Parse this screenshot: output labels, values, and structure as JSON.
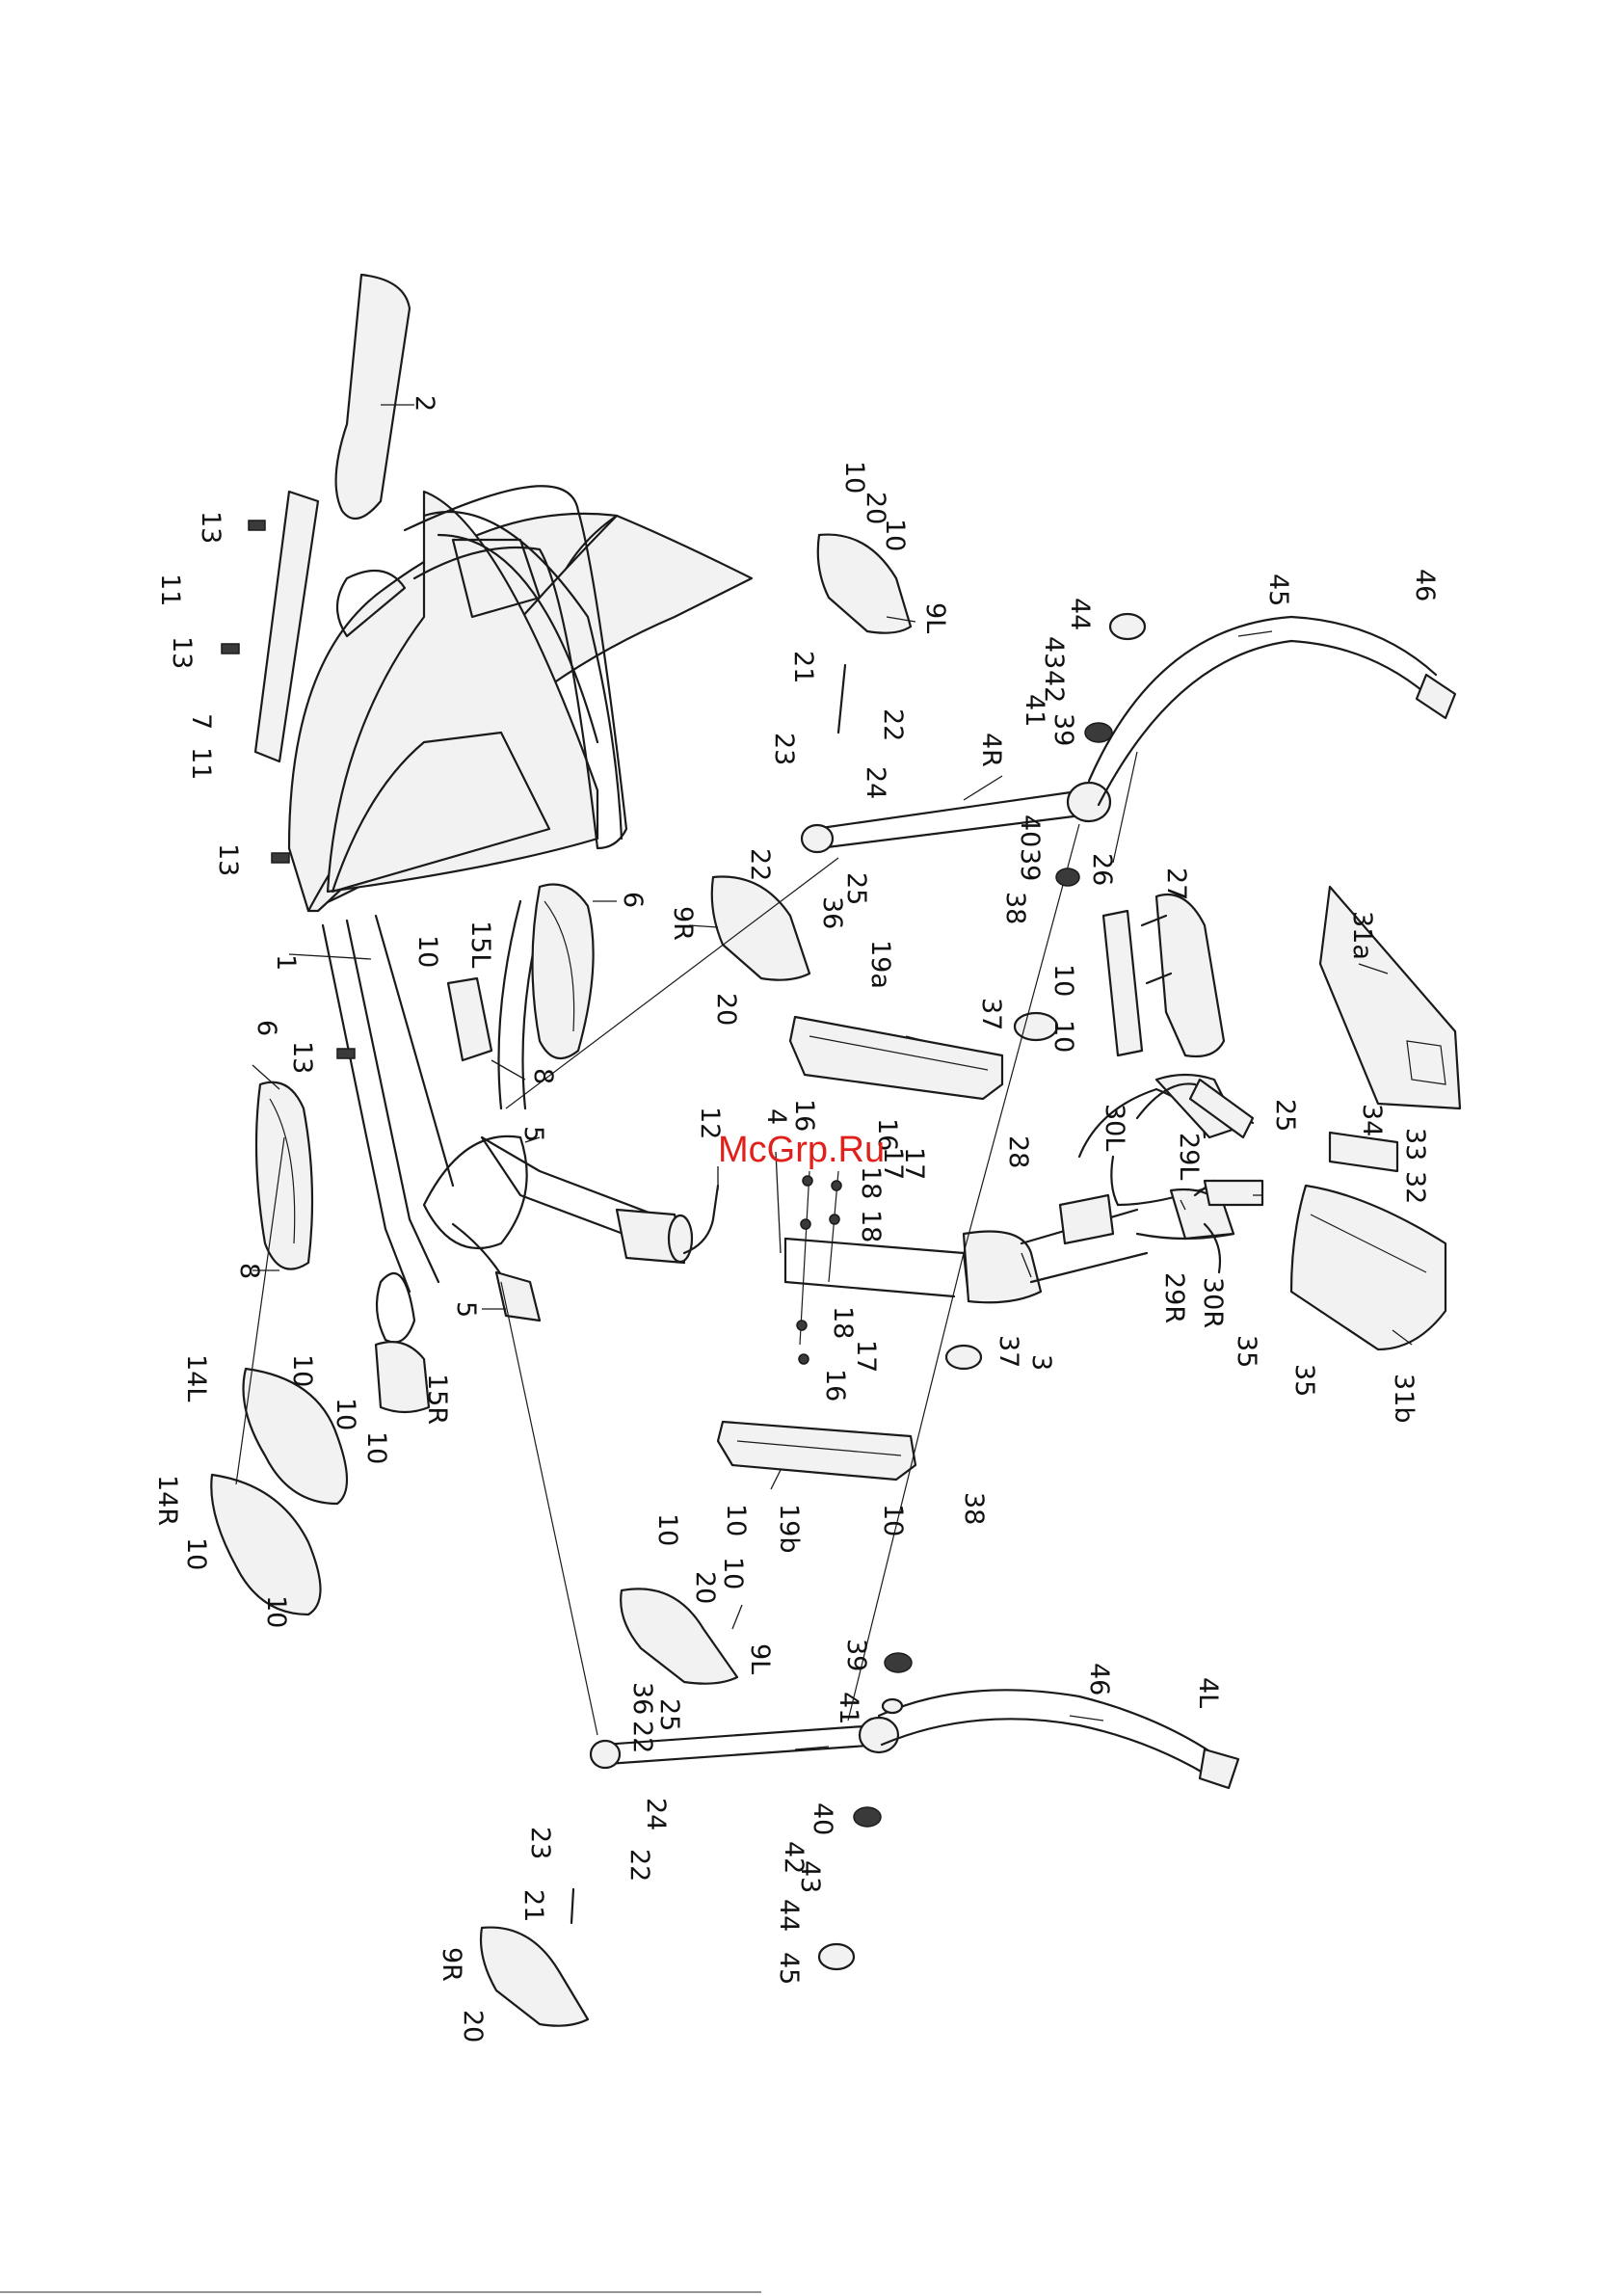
{
  "watermark": {
    "text": "McGrp.Ru",
    "color": "#e0211b"
  },
  "part_labels": [
    "1",
    "2",
    "3",
    "4",
    "5",
    "5",
    "6",
    "6",
    "7",
    "8",
    "8",
    "9L",
    "9L",
    "9R",
    "9R",
    "10",
    "10",
    "10",
    "10",
    "10",
    "10",
    "10",
    "10",
    "10",
    "10",
    "10",
    "10",
    "10",
    "10",
    "11",
    "11",
    "12",
    "13",
    "13",
    "13",
    "13",
    "14L",
    "14R",
    "15L",
    "15R",
    "16",
    "16",
    "16",
    "17",
    "17",
    "17",
    "18",
    "18",
    "18",
    "19a",
    "19b",
    "20",
    "20",
    "20",
    "20",
    "21",
    "21",
    "22",
    "22",
    "22",
    "22",
    "23",
    "23",
    "24",
    "24",
    "25",
    "25",
    "25",
    "26",
    "27",
    "28",
    "29L",
    "29R",
    "30L",
    "30R",
    "31a",
    "31b",
    "32",
    "33",
    "34",
    "35",
    "35",
    "36",
    "36",
    "37",
    "37",
    "38",
    "38",
    "39",
    "39",
    "39",
    "40",
    "40",
    "41",
    "41",
    "42",
    "42",
    "43",
    "43",
    "44",
    "44",
    "45",
    "45",
    "46",
    "46",
    "4L",
    "4R"
  ]
}
